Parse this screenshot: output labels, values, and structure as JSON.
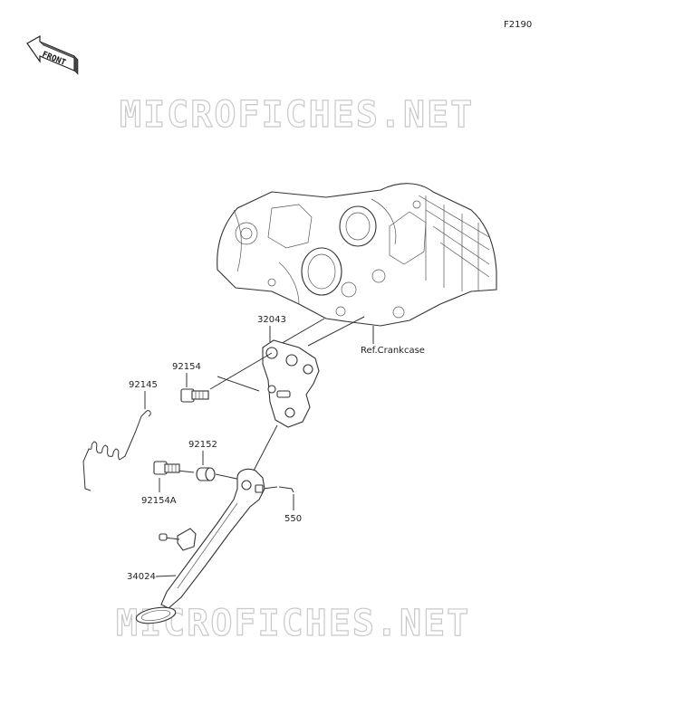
{
  "figure_code": "F2190",
  "front_label": "FRONT",
  "watermark_text": "MICROFICHES.NET",
  "reference_label": "Ref.Crankcase",
  "part_labels": {
    "bracket": "32043",
    "bolt_upper": "92154",
    "spring": "92145",
    "collar": "92152",
    "bolt_lower": "92154A",
    "pin": "550",
    "side_stand": "34024"
  }
}
